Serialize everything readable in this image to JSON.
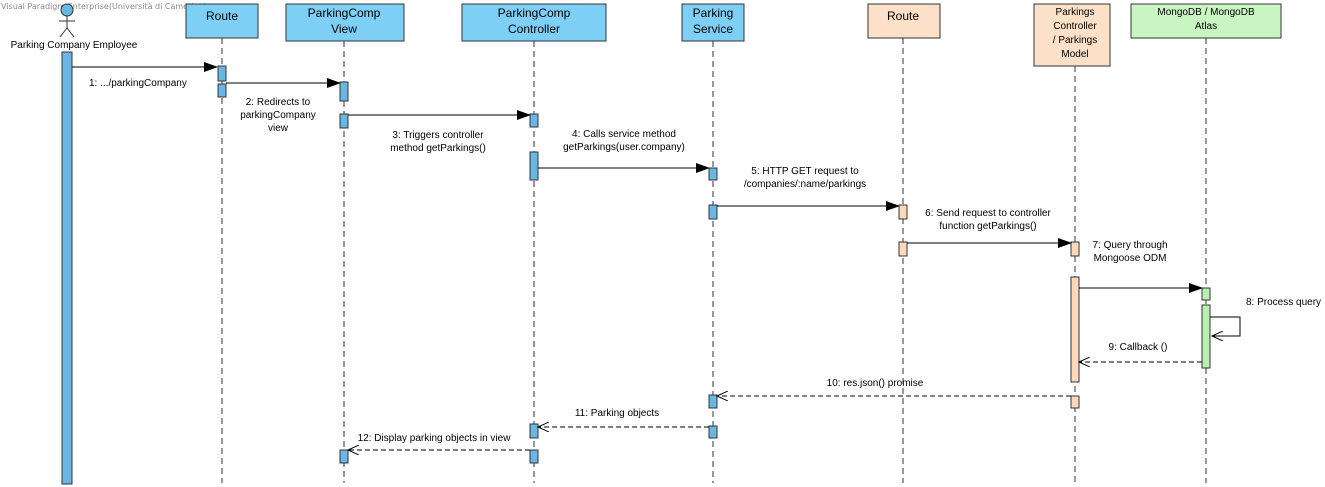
{
  "watermark": "Visual Paradigm Enterprise(Università di Camerino)",
  "actor": {
    "name": "Parking Company Employee",
    "color": "#6ab7e6"
  },
  "colors": {
    "blue_fill": "#7ecff5",
    "blue_activation": "#6ab7e6",
    "peach_fill": "#fce0c8",
    "peach_activation": "#fcd9bd",
    "green_fill": "#c9f5c3",
    "green_activation": "#b8f0b0",
    "stroke": "#333333"
  },
  "lifelines": [
    {
      "id": "route1",
      "lines": [
        "Route"
      ],
      "color": "blue"
    },
    {
      "id": "view",
      "lines": [
        "ParkingComp",
        "View"
      ],
      "color": "blue"
    },
    {
      "id": "controller",
      "lines": [
        "ParkingComp",
        "Controller"
      ],
      "color": "blue"
    },
    {
      "id": "service",
      "lines": [
        "Parking",
        "Service"
      ],
      "color": "blue"
    },
    {
      "id": "route2",
      "lines": [
        "Route"
      ],
      "color": "peach"
    },
    {
      "id": "model",
      "lines": [
        "Parkings",
        "Controller",
        "/ Parkings",
        "Model"
      ],
      "color": "peach"
    },
    {
      "id": "mongo",
      "lines": [
        "MongoDB / MongoDB",
        "Atlas"
      ],
      "color": "green"
    }
  ],
  "messages": [
    {
      "num": 1,
      "label": [
        "1: .../parkingCompany"
      ],
      "from": "actor",
      "to": "route1",
      "type": "sync"
    },
    {
      "num": 2,
      "label": [
        "2: Redirects to",
        "parkingCompany",
        "view"
      ],
      "from": "route1",
      "to": "view",
      "type": "sync"
    },
    {
      "num": 3,
      "label": [
        "3: Triggers controller",
        "method getParkings()"
      ],
      "from": "view",
      "to": "controller",
      "type": "sync"
    },
    {
      "num": 4,
      "label": [
        "4: Calls service method",
        "getParkings(user.company)"
      ],
      "from": "controller",
      "to": "service",
      "type": "sync"
    },
    {
      "num": 5,
      "label": [
        "5: HTTP GET request to",
        "/companies/:name/parkings"
      ],
      "from": "service",
      "to": "route2",
      "type": "sync"
    },
    {
      "num": 6,
      "label": [
        "6: Send request to controller",
        "function getParkings()"
      ],
      "from": "route2",
      "to": "model",
      "type": "sync"
    },
    {
      "num": 7,
      "label": [
        "7: Query through",
        "Mongoose ODM"
      ],
      "from": "model",
      "to": "mongo",
      "type": "sync"
    },
    {
      "num": 8,
      "label": [
        "8: Process query"
      ],
      "from": "mongo",
      "to": "mongo",
      "type": "self"
    },
    {
      "num": 9,
      "label": [
        "9: Callback ()"
      ],
      "from": "mongo",
      "to": "model",
      "type": "return"
    },
    {
      "num": 10,
      "label": [
        "10: res.json() promise"
      ],
      "from": "model",
      "to": "service",
      "type": "return"
    },
    {
      "num": 11,
      "label": [
        "11: Parking objects"
      ],
      "from": "service",
      "to": "controller",
      "type": "return"
    },
    {
      "num": 12,
      "label": [
        "12: Display parking objects in view"
      ],
      "from": "controller",
      "to": "view",
      "type": "return"
    }
  ]
}
